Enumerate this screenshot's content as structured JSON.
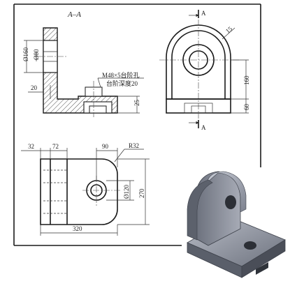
{
  "section_label": "A–A",
  "cut_labels": {
    "top": "A",
    "bottom": "A"
  },
  "annotation": {
    "line1": "M48×5台阶孔",
    "line2": "台阶深度20"
  },
  "dimensions": {
    "dia160": "Ø160",
    "dia80": "Ø80",
    "d20": "20",
    "d25": "25",
    "r15": "15",
    "d160": "160",
    "d60": "60",
    "d32": "32",
    "d72": "72",
    "d90": "90",
    "r32": "R32",
    "dia120": "Ø120",
    "d270": "270",
    "d320": "320"
  },
  "colors": {
    "line": "#1a1a1a",
    "paper": "#ffffff",
    "model_body": "#8a8f9c",
    "model_shadow": "#4a4e58"
  }
}
